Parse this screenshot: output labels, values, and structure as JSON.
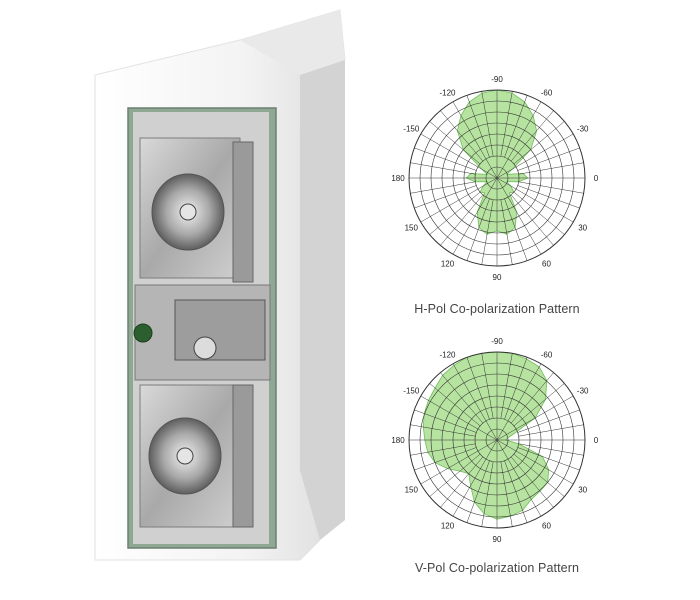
{
  "colors": {
    "pattern_fill": "#b7e3a0",
    "pattern_stroke": "#6fbf5a",
    "grid": "#333333",
    "housing": "#f2f2f2",
    "metal": "#bfbfbf"
  },
  "chart_data": [
    {
      "type": "polar",
      "title": "H-Pol Co-polarization Pattern",
      "angle_labels": [
        "-90",
        "-60",
        "-30",
        "0",
        "30",
        "60",
        "90",
        "120",
        "150",
        "180",
        "-150",
        "-120"
      ],
      "angles_deg": [
        -90,
        -60,
        -30,
        0,
        30,
        60,
        90,
        120,
        150,
        180,
        -150,
        -120
      ],
      "rings": 8,
      "pattern": {
        "angles_deg": [
          -90,
          -80,
          -70,
          -60,
          -50,
          -40,
          -30,
          -20,
          -10,
          0,
          10,
          20,
          30,
          40,
          50,
          60,
          70,
          80,
          90,
          100,
          110,
          120,
          130,
          140,
          150,
          160,
          170,
          180,
          -170,
          -160,
          -150,
          -140,
          -130,
          -120,
          -110,
          -100
        ],
        "radius": [
          1.0,
          0.98,
          0.92,
          0.82,
          0.7,
          0.5,
          0.2,
          0.12,
          0.3,
          0.35,
          0.25,
          0.12,
          0.18,
          0.25,
          0.22,
          0.45,
          0.6,
          0.65,
          0.6,
          0.65,
          0.6,
          0.45,
          0.22,
          0.25,
          0.18,
          0.12,
          0.25,
          0.35,
          0.3,
          0.12,
          0.2,
          0.5,
          0.7,
          0.82,
          0.92,
          0.98
        ]
      }
    },
    {
      "type": "polar",
      "title": "V-Pol Co-polarization Pattern",
      "angle_labels": [
        "-90",
        "-60",
        "-30",
        "0",
        "30",
        "60",
        "90",
        "120",
        "150",
        "180",
        "-150",
        "-120"
      ],
      "angles_deg": [
        -90,
        -60,
        -30,
        0,
        30,
        60,
        90,
        120,
        150,
        180,
        -150,
        -120
      ],
      "rings": 8,
      "pattern": {
        "angles_deg": [
          -90,
          -80,
          -70,
          -60,
          -50,
          -40,
          -30,
          -20,
          -10,
          0,
          10,
          20,
          30,
          40,
          50,
          60,
          70,
          80,
          90,
          100,
          110,
          120,
          130,
          140,
          150,
          160,
          170,
          180,
          -170,
          -160,
          -150,
          -140,
          -130,
          -120,
          -110,
          -100
        ],
        "radius": [
          1.0,
          1.0,
          0.98,
          0.96,
          0.88,
          0.72,
          0.5,
          0.2,
          0.12,
          0.1,
          0.25,
          0.55,
          0.68,
          0.75,
          0.76,
          0.78,
          0.85,
          0.88,
          0.9,
          0.85,
          0.75,
          0.6,
          0.5,
          0.55,
          0.65,
          0.75,
          0.8,
          0.82,
          0.85,
          0.88,
          0.9,
          0.92,
          0.96,
          0.98,
          1.0,
          1.0
        ]
      }
    }
  ]
}
